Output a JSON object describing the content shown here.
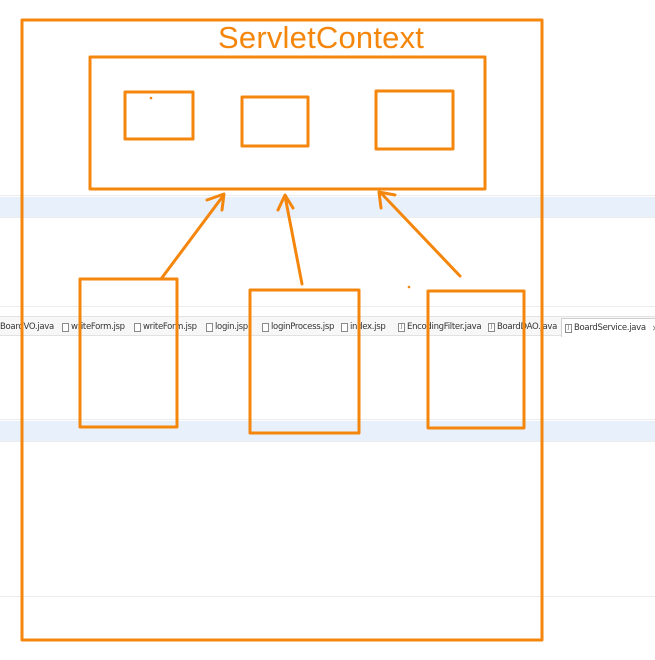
{
  "diagram": {
    "title": "ServletContext",
    "stroke_color": "#f4860c"
  },
  "editor_tabs": {
    "items": [
      {
        "label": "BoardVO.java",
        "icon": "java-file-icon"
      },
      {
        "label": "writeForm.jsp",
        "icon": "jsp-file-icon"
      },
      {
        "label": "writeForm.jsp",
        "icon": "jsp-file-icon"
      },
      {
        "label": "login.jsp",
        "icon": "jsp-file-icon"
      },
      {
        "label": "loginProcess.jsp",
        "icon": "jsp-file-icon"
      },
      {
        "label": "index.jsp",
        "icon": "jsp-file-icon"
      },
      {
        "label": "EncodingFilter.java",
        "icon": "java-file-icon"
      },
      {
        "label": "BoardDAO.java",
        "icon": "java-file-icon"
      },
      {
        "label": "BoardService.java",
        "icon": "java-file-icon",
        "active": true
      }
    ],
    "close_glyph": "✕"
  }
}
